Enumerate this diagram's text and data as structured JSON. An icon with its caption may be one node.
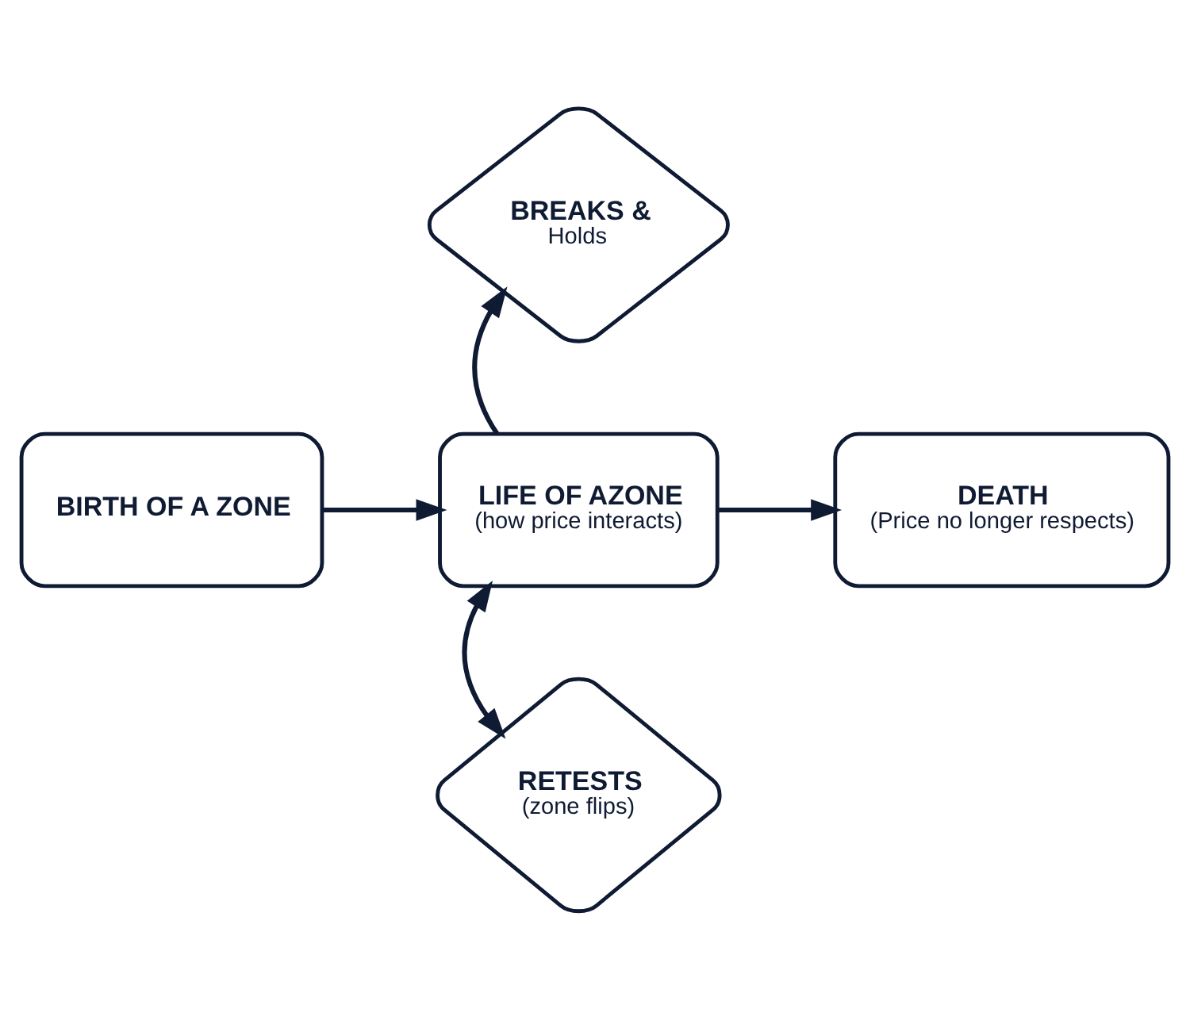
{
  "diagram": {
    "nodes": [
      {
        "text": [
          "BIRTH OF A ZONE"
        ]
      },
      {
        "text": [
          "LIFE OF AZONE",
          "(how price interacts)"
        ]
      },
      {
        "text": [
          "DEATH",
          "(Price no longer respects)"
        ]
      },
      {
        "text": [
          "BREAKS &",
          "Holds"
        ]
      },
      {
        "text": [
          "RETESTS",
          "(zone flips)"
        ]
      }
    ],
    "edges": [
      {
        "from": 0,
        "to": 1,
        "arrow": "to"
      },
      {
        "from": 1,
        "to": 2,
        "arrow": "to"
      },
      {
        "from": 1,
        "to": 3,
        "arrow": "to"
      },
      {
        "from": 1,
        "to": 4,
        "arrow": "both"
      }
    ]
  }
}
